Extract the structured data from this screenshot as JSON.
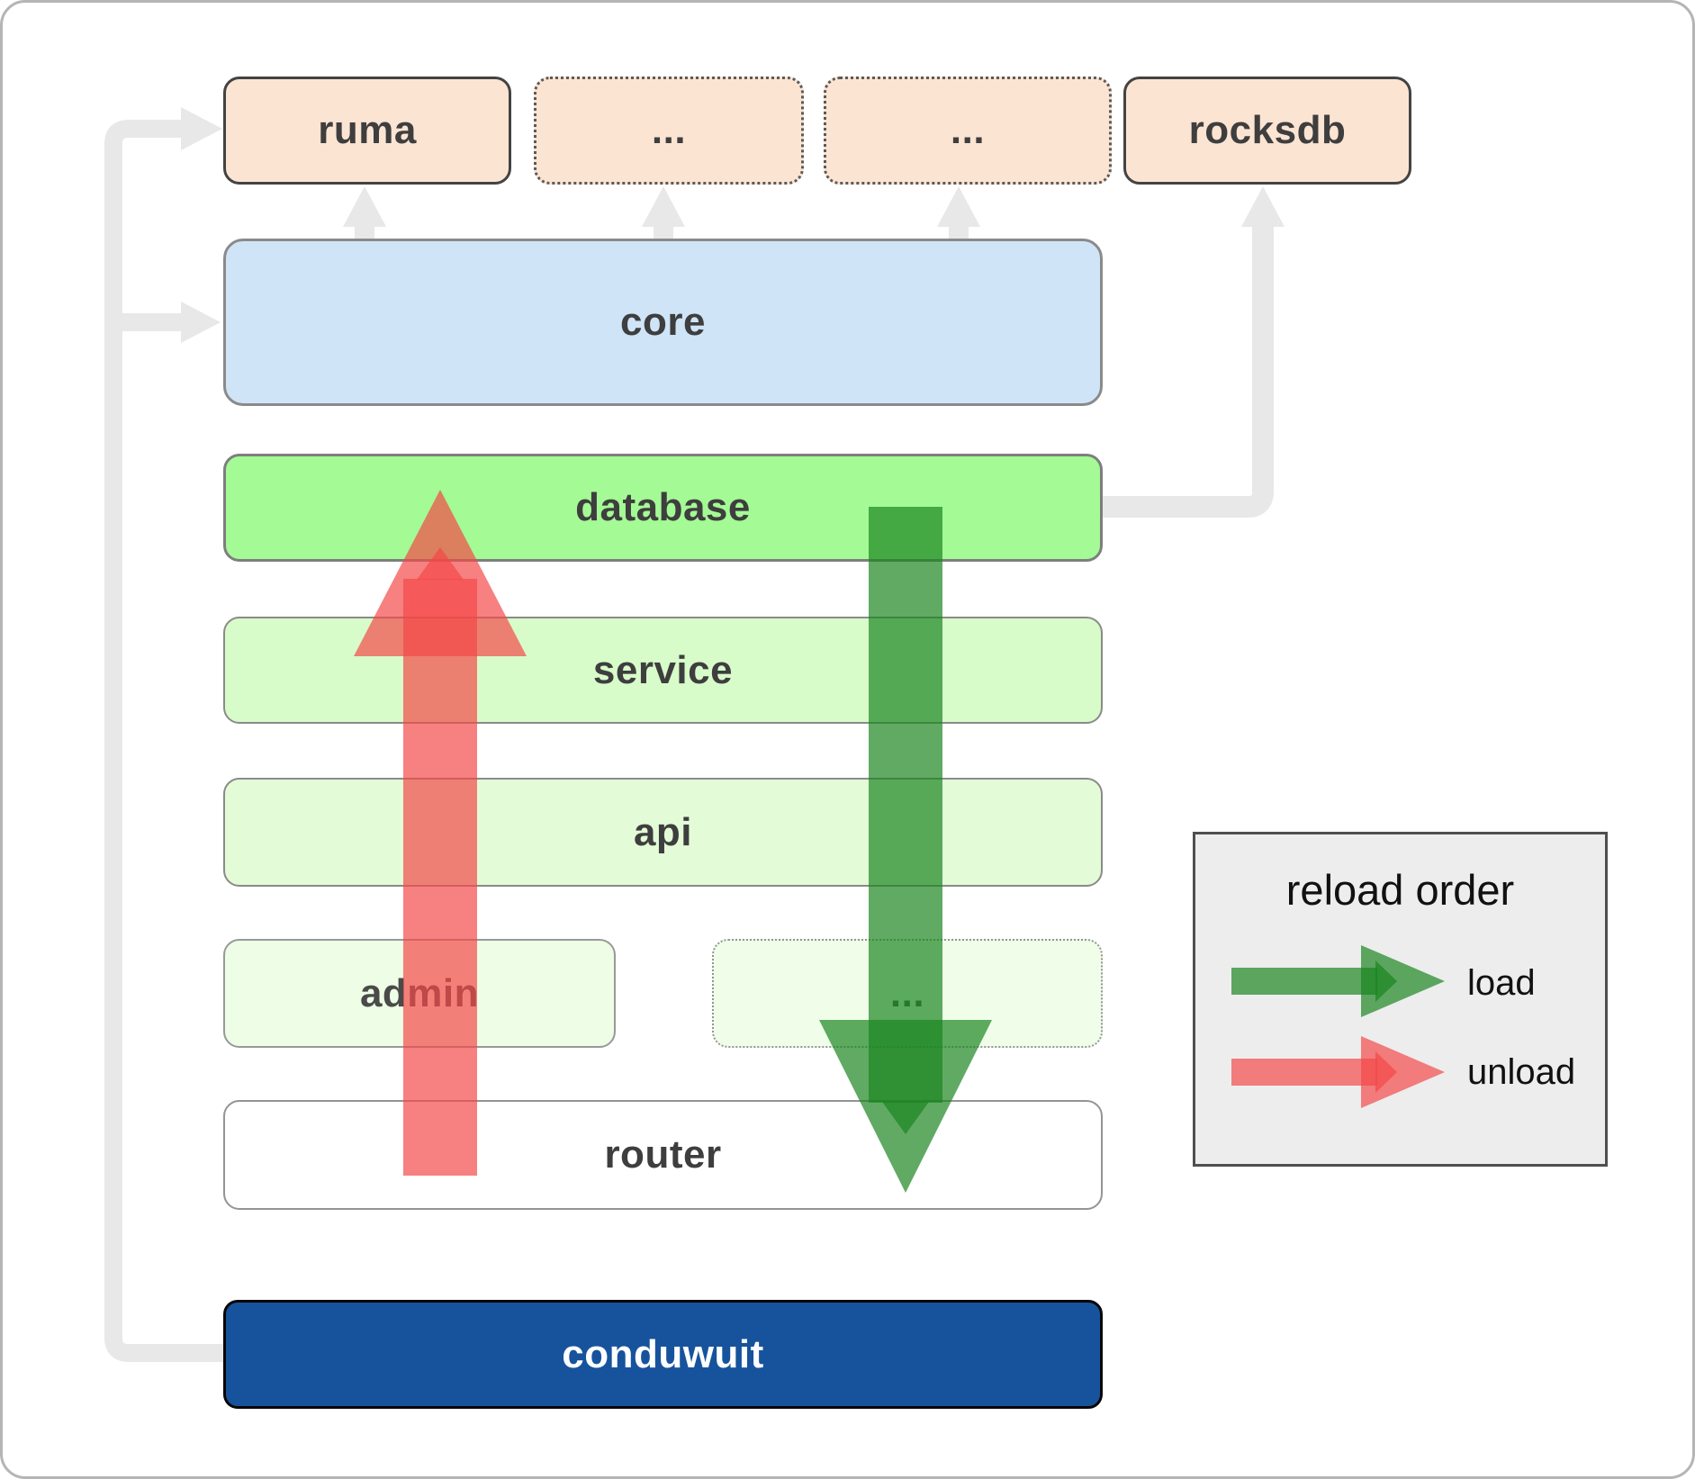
{
  "diagram": {
    "nodes": {
      "ruma": "ruma",
      "ellipsis_top_1": "...",
      "ellipsis_top_2": "...",
      "rocksdb": "rocksdb",
      "core": "core",
      "database": "database",
      "service": "service",
      "api": "api",
      "admin": "admin",
      "ellipsis_admin": "...",
      "router": "router",
      "conduwuit": "conduwuit"
    },
    "legend": {
      "title": "reload order",
      "load_label": "load",
      "unload_label": "unload"
    },
    "colors": {
      "load_green": "#19841f",
      "unload_red": "#f34747",
      "connector_gray": "#e8e8e8",
      "peach_fill": "#fce4d3",
      "core_fill": "#d0e4f7",
      "database_fill": "#a4fa95",
      "service_fill": "#d8fbca",
      "api_fill": "#e3fcd7",
      "admin_fill": "#edfde6",
      "router_fill": "#ffffff",
      "conduwuit_fill": "#17539d",
      "conduwuit_text": "#ffffff",
      "legend_bg": "#ededed",
      "node_text": "#3e3e3e"
    }
  }
}
